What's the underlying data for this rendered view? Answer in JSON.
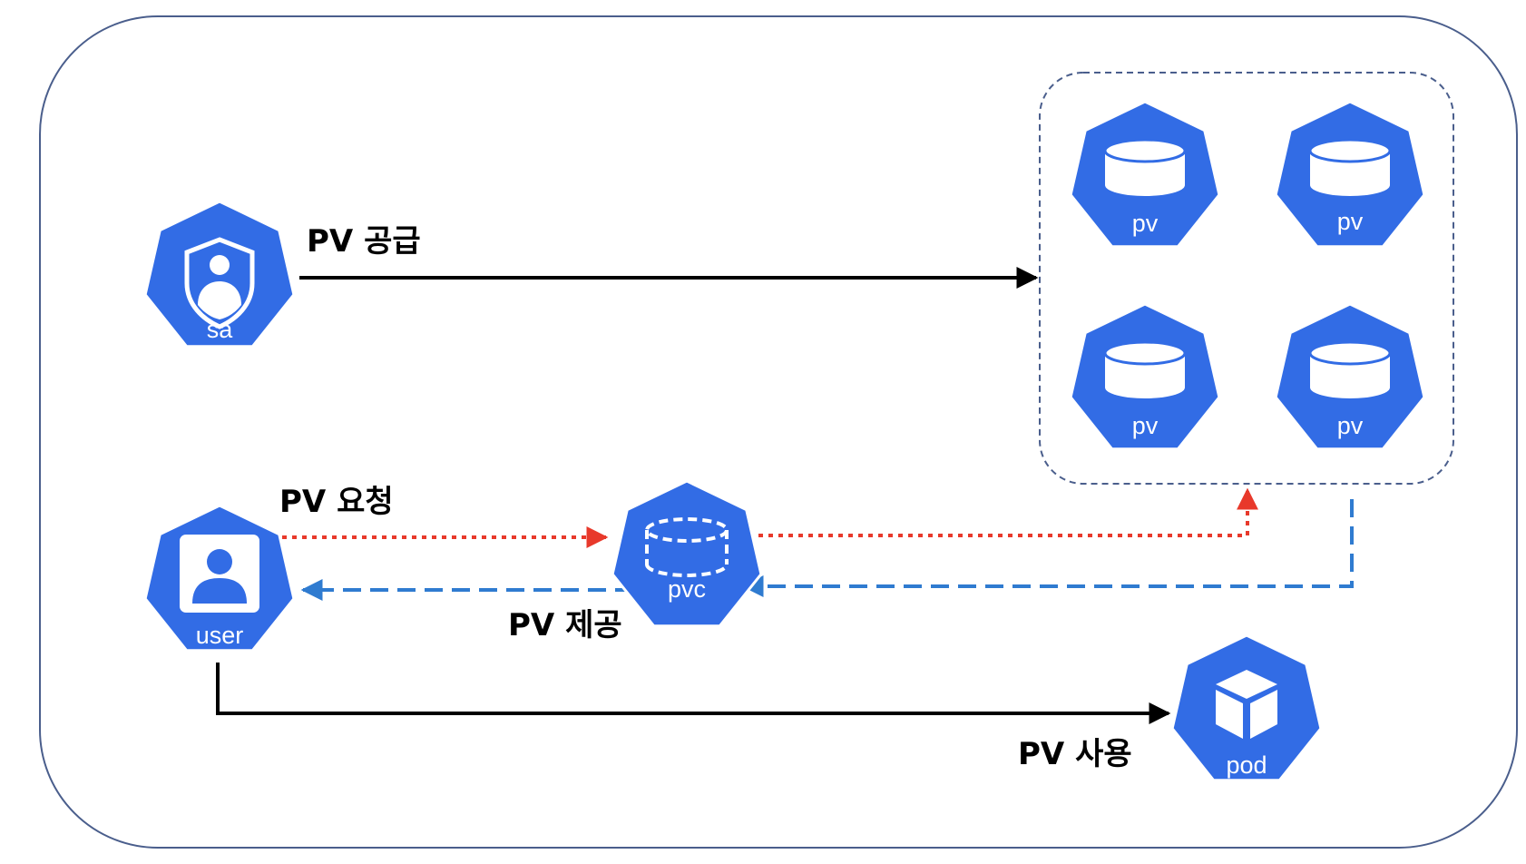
{
  "colors": {
    "node_fill": "#326CE5",
    "outer_border": "#4A5E8C",
    "group_border": "#4A5E8C",
    "solid_arrow": "#000000",
    "request_arrow": "#E8392B",
    "provide_arrow": "#2F7BD0"
  },
  "nodes": {
    "sa": {
      "label": "sa",
      "icon": "service-account-shield-icon"
    },
    "user": {
      "label": "user",
      "icon": "user-icon"
    },
    "pvc": {
      "label": "pvc",
      "icon": "dashed-disk-icon"
    },
    "pod": {
      "label": "pod",
      "icon": "cube-icon"
    },
    "pv": [
      {
        "label": "pv",
        "icon": "disk-icon"
      },
      {
        "label": "pv",
        "icon": "disk-icon"
      },
      {
        "label": "pv",
        "icon": "disk-icon"
      },
      {
        "label": "pv",
        "icon": "disk-icon"
      }
    ]
  },
  "edges": {
    "supply": {
      "label": "PV 공급",
      "style": "solid"
    },
    "request": {
      "label": "PV 요청",
      "style": "dotted"
    },
    "provide": {
      "label": "PV 제공",
      "style": "dashed"
    },
    "use": {
      "label": "PV 사용",
      "style": "solid"
    }
  }
}
